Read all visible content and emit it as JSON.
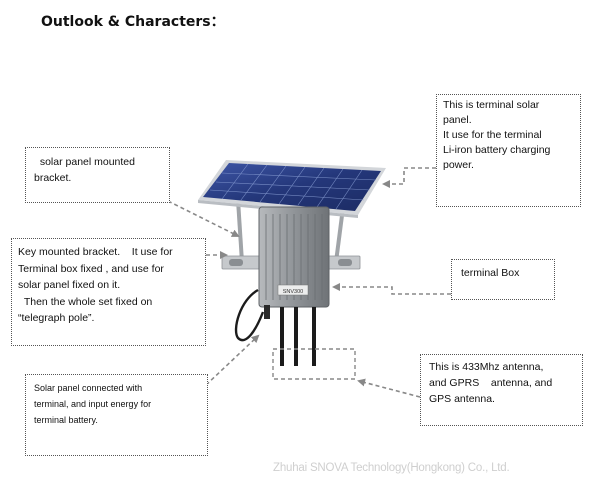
{
  "title": "Outlook & Characters：",
  "notes": {
    "panel": [
      "This is terminal solar",
      "panel.",
      "It use for the terminal",
      "Li-iron battery charging",
      "power."
    ],
    "bracket": [
      "  solar panel mounted",
      "bracket."
    ],
    "key_bracket": [
      "Key mounted bracket.    It use for",
      "Terminal box fixed , and use for",
      "solar panel fixed on it.",
      "  Then the whole set fixed on",
      "“telegraph pole”."
    ],
    "terminal_box": [
      "terminal Box"
    ],
    "antenna": [
      "This is 433Mhz antenna,",
      "and GPRS    antenna, and",
      "GPS antenna."
    ],
    "solar_connection": [
      "Solar panel connected with",
      "terminal, and input energy for",
      "terminal battery."
    ]
  },
  "device_label": "SNV300",
  "footer": "Zhuhai SNOVA Technology(Hongkong) Co., Ltd.",
  "colors": {
    "panel": "#2c3f86",
    "panel_frame": "#c9cdd3",
    "box": "#8f9397",
    "connector": "#888888"
  }
}
